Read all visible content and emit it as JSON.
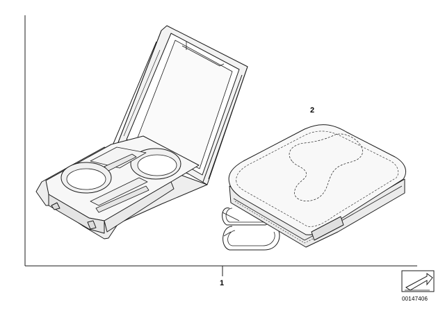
{
  "callouts": {
    "part_2": "2",
    "part_1": "1"
  },
  "diagram_ref": "00147406",
  "icons": {
    "cupholder": "armrest-cupholder-tray",
    "bag": "storage-bag",
    "orientation": "direction-arrow-icon"
  },
  "colors": {
    "line": "#1a1a1a",
    "fill_light": "#f4f4f4",
    "fill_mid": "#e6e6e6",
    "background": "#ffffff"
  }
}
